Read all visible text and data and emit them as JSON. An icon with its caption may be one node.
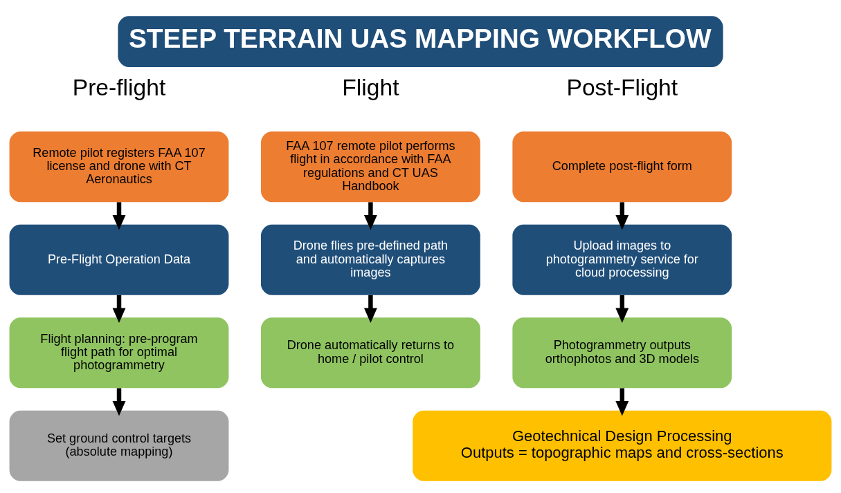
{
  "diagram": {
    "title": "STEEP TERRAIN UAS MAPPING WORKFLOW",
    "nodes": [
      {
        "text": [
          "Remote pilot registers FAA 107 license and drone with CT Aeronautics"
        ]
      },
      {
        "text": [
          "Pre-Flight Operation Data"
        ]
      },
      {
        "text": [
          "Flight planning: pre-program flight path for optimal photogrammetry"
        ]
      },
      {
        "text": [
          "Set ground control targets (absolute mapping)"
        ]
      },
      {
        "text": [
          "FAA 107 remote pilot performs flight in accordance with FAA regulations and CT UAS Handbook"
        ]
      },
      {
        "text": [
          "Drone flies pre-defined path and automatically captures images"
        ]
      },
      {
        "text": [
          "Drone automatically returns to home / pilot control"
        ]
      },
      {
        "text": [
          "Complete post-flight form"
        ]
      },
      {
        "text": [
          "Upload images to photogrammetry service for cloud processing"
        ]
      },
      {
        "text": [
          "Photogrammetry outputs orthophotos and 3D models"
        ]
      },
      {
        "text": [
          "Geotechnical Design Processing",
          "Outputs = topographic maps and cross-sections"
        ]
      }
    ],
    "edges": [
      {
        "from": 0,
        "to": 1,
        "arrow": "to"
      },
      {
        "from": 1,
        "to": 2,
        "arrow": "to"
      },
      {
        "from": 2,
        "to": 3,
        "arrow": "to"
      },
      {
        "from": 4,
        "to": 5,
        "arrow": "to"
      },
      {
        "from": 5,
        "to": 6,
        "arrow": "to"
      },
      {
        "from": 7,
        "to": 8,
        "arrow": "to"
      },
      {
        "from": 8,
        "to": 9,
        "arrow": "to"
      },
      {
        "from": 9,
        "to": 10,
        "arrow": "to"
      }
    ],
    "labels": [
      "Pre-flight",
      "Flight",
      "Post-Flight"
    ]
  }
}
